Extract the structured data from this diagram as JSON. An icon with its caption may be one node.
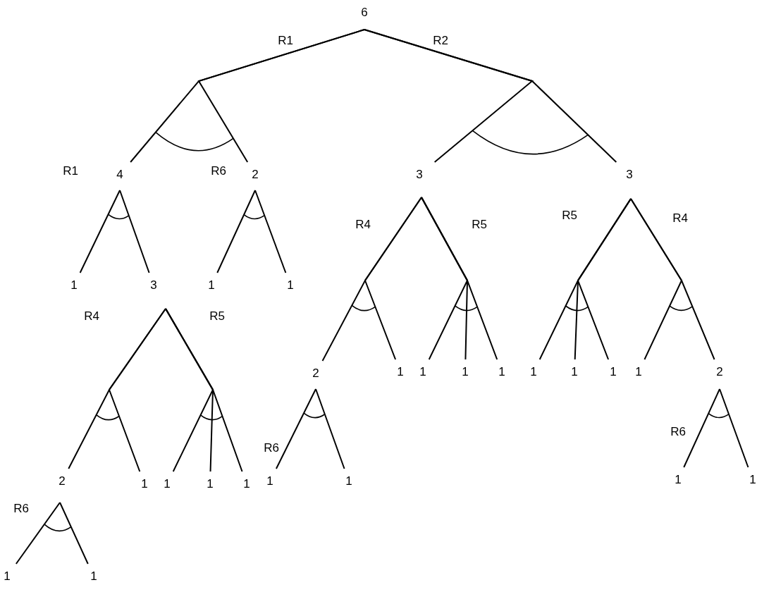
{
  "diagram": {
    "nodes": [
      {
        "text": [
          "6"
        ]
      },
      {
        "text": [
          "4"
        ]
      },
      {
        "text": [
          "2"
        ]
      },
      {
        "text": [
          "3"
        ]
      },
      {
        "text": [
          "3"
        ]
      },
      {
        "text": [
          "1"
        ]
      },
      {
        "text": [
          "3"
        ]
      },
      {
        "text": [
          "1"
        ]
      },
      {
        "text": [
          "1"
        ]
      },
      {
        "text": [
          "2"
        ]
      },
      {
        "text": [
          "1"
        ]
      },
      {
        "text": [
          "1"
        ]
      },
      {
        "text": [
          "1"
        ]
      },
      {
        "text": [
          "1"
        ]
      },
      {
        "text": [
          "1"
        ]
      },
      {
        "text": [
          "1"
        ]
      },
      {
        "text": [
          "1"
        ]
      },
      {
        "text": [
          "1"
        ]
      },
      {
        "text": [
          "2"
        ]
      },
      {
        "text": [
          "1"
        ]
      },
      {
        "text": [
          "1"
        ]
      },
      {
        "text": [
          "1"
        ]
      },
      {
        "text": [
          "1"
        ]
      },
      {
        "text": [
          "2"
        ]
      },
      {
        "text": [
          "1"
        ]
      },
      {
        "text": [
          "1"
        ]
      },
      {
        "text": [
          "1"
        ]
      },
      {
        "text": [
          "1"
        ]
      },
      {
        "text": [
          "1"
        ]
      },
      {
        "text": [
          "1"
        ]
      }
    ],
    "edges": [
      {
        "from": 0,
        "to": 1,
        "arrow": "none",
        "label": "R1"
      },
      {
        "from": 0,
        "to": 2,
        "arrow": "none"
      },
      {
        "from": 0,
        "to": 3,
        "arrow": "none",
        "label": "R2"
      },
      {
        "from": 0,
        "to": 4,
        "arrow": "none"
      },
      {
        "from": 1,
        "to": 5,
        "arrow": "none",
        "label": "R1"
      },
      {
        "from": 1,
        "to": 6,
        "arrow": "none"
      },
      {
        "from": 2,
        "to": 7,
        "arrow": "none",
        "label": "R6"
      },
      {
        "from": 2,
        "to": 8,
        "arrow": "none"
      },
      {
        "from": 6,
        "to": 23,
        "arrow": "none",
        "label": "R4"
      },
      {
        "from": 6,
        "to": 24,
        "arrow": "none"
      },
      {
        "from": 6,
        "to": 25,
        "arrow": "none",
        "label": "R5"
      },
      {
        "from": 6,
        "to": 26,
        "arrow": "none"
      },
      {
        "from": 6,
        "to": 27,
        "arrow": "none"
      },
      {
        "from": 23,
        "to": 28,
        "arrow": "none",
        "label": "R6"
      },
      {
        "from": 23,
        "to": 29,
        "arrow": "none"
      },
      {
        "from": 3,
        "to": 9,
        "arrow": "none",
        "label": "R4"
      },
      {
        "from": 3,
        "to": 10,
        "arrow": "none"
      },
      {
        "from": 3,
        "to": 11,
        "arrow": "none",
        "label": "R5"
      },
      {
        "from": 3,
        "to": 12,
        "arrow": "none"
      },
      {
        "from": 3,
        "to": 13,
        "arrow": "none"
      },
      {
        "from": 9,
        "to": 19,
        "arrow": "none",
        "label": "R6"
      },
      {
        "from": 9,
        "to": 20,
        "arrow": "none"
      },
      {
        "from": 4,
        "to": 14,
        "arrow": "none",
        "label": "R5"
      },
      {
        "from": 4,
        "to": 15,
        "arrow": "none"
      },
      {
        "from": 4,
        "to": 16,
        "arrow": "none"
      },
      {
        "from": 4,
        "to": 17,
        "arrow": "none",
        "label": "R4"
      },
      {
        "from": 4,
        "to": 18,
        "arrow": "none"
      },
      {
        "from": 18,
        "to": 21,
        "arrow": "none",
        "label": "R6"
      },
      {
        "from": 18,
        "to": 22,
        "arrow": "none"
      }
    ]
  }
}
